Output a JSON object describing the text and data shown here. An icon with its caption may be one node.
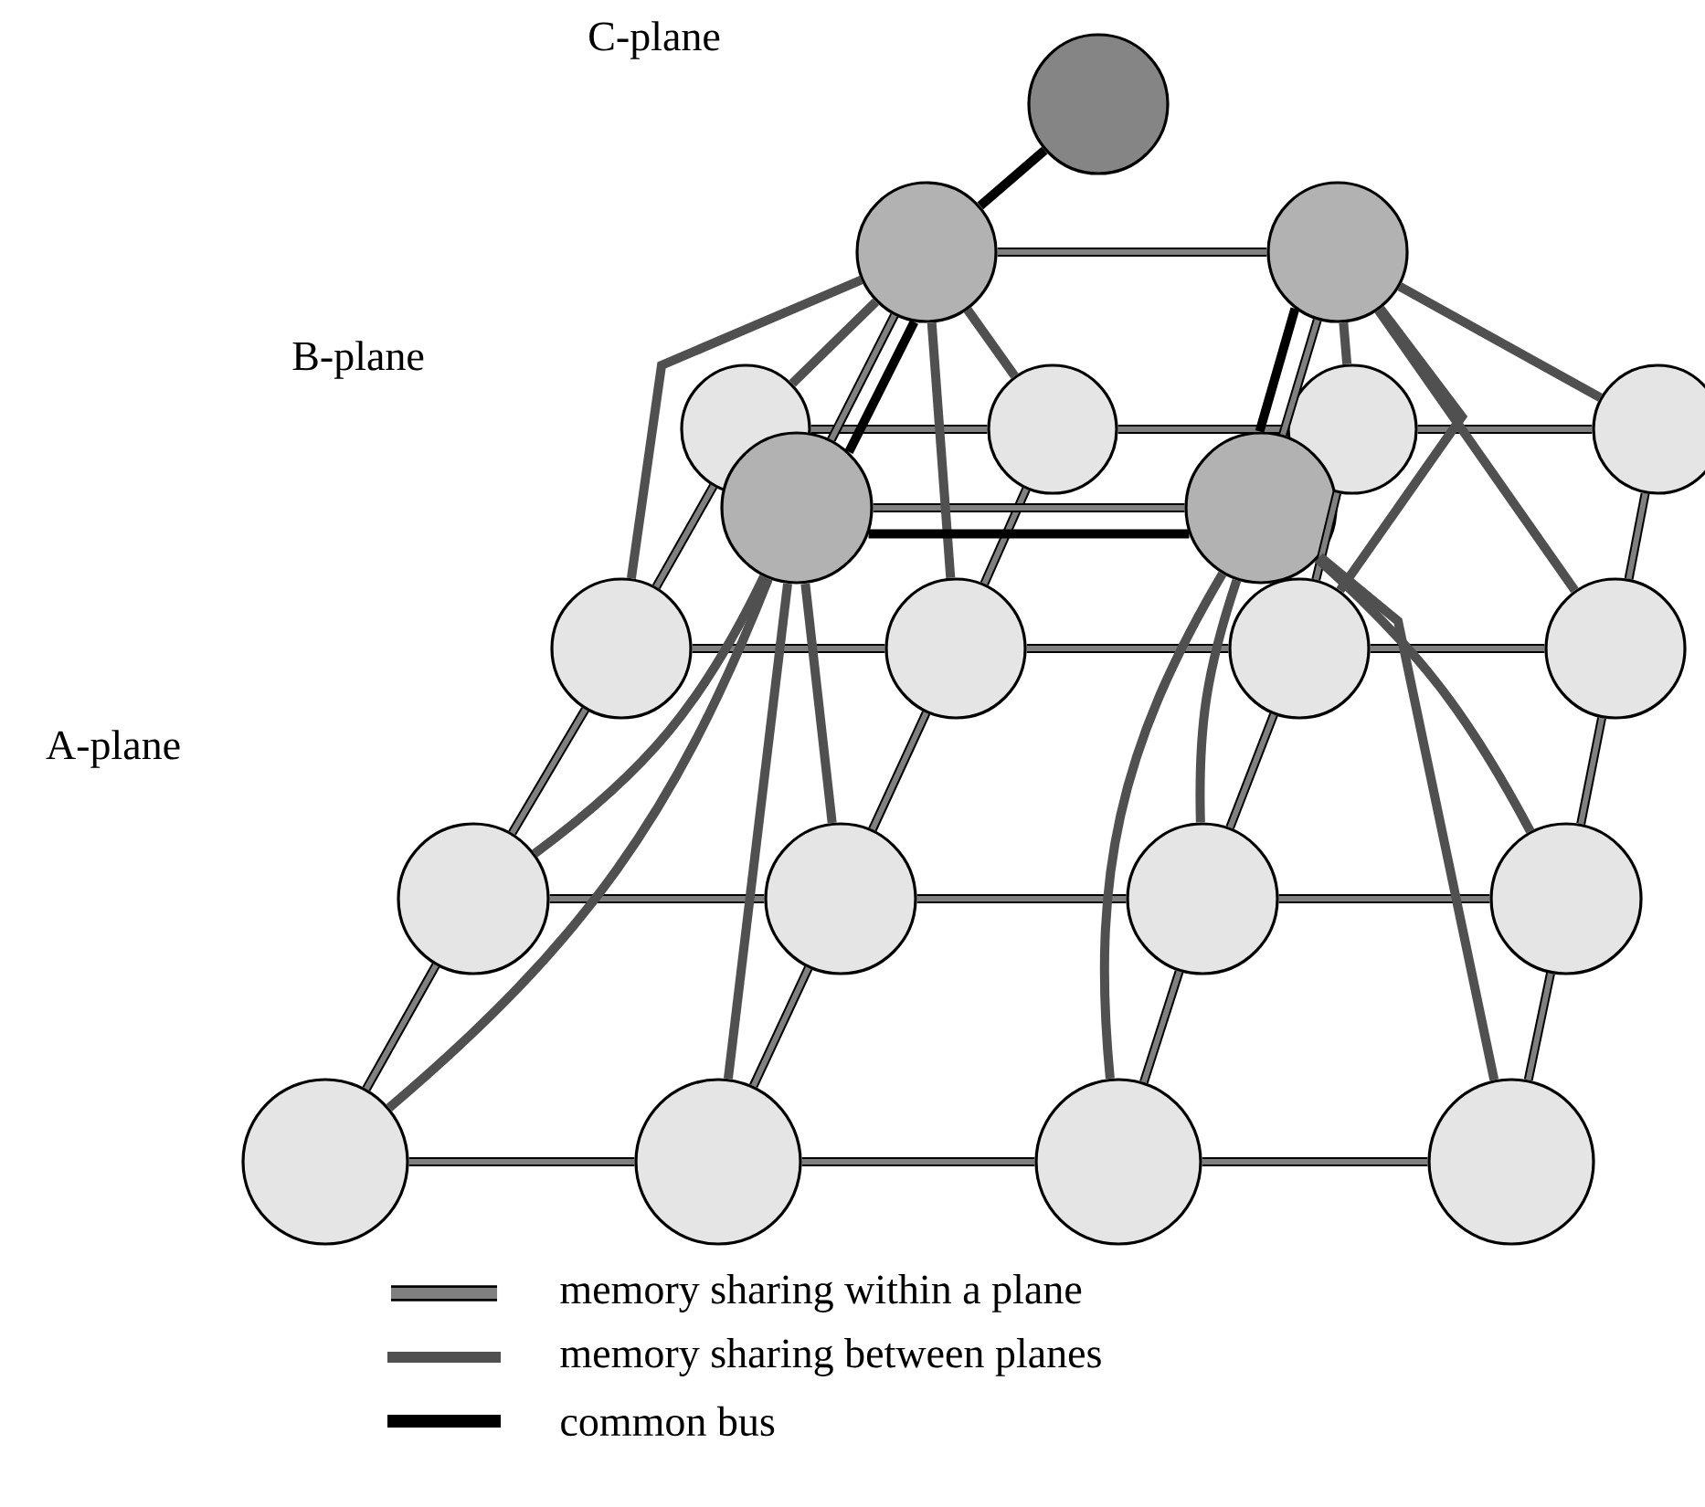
{
  "diagram": {
    "nodes": [
      {
        "text": [],
        "shape": "circle"
      },
      {
        "text": [],
        "shape": "circle"
      },
      {
        "text": [],
        "shape": "circle"
      },
      {
        "text": [],
        "shape": "circle"
      },
      {
        "text": [],
        "shape": "circle"
      },
      {
        "text": [],
        "shape": "circle"
      },
      {
        "text": [],
        "shape": "circle"
      },
      {
        "text": [],
        "shape": "circle"
      },
      {
        "text": [],
        "shape": "circle"
      },
      {
        "text": [],
        "shape": "circle"
      },
      {
        "text": [],
        "shape": "circle"
      },
      {
        "text": [],
        "shape": "circle"
      },
      {
        "text": [],
        "shape": "circle"
      },
      {
        "text": [],
        "shape": "circle"
      },
      {
        "text": [],
        "shape": "circle"
      },
      {
        "text": [],
        "shape": "circle"
      },
      {
        "text": [],
        "shape": "circle"
      },
      {
        "text": [],
        "shape": "circle"
      },
      {
        "text": [],
        "shape": "circle"
      },
      {
        "text": [],
        "shape": "circle"
      },
      {
        "text": [],
        "shape": "circle"
      }
    ],
    "edges": [
      {
        "from": 3,
        "to": 4,
        "arrow": "none"
      },
      {
        "from": 4,
        "to": 5,
        "arrow": "none"
      },
      {
        "from": 5,
        "to": 6,
        "arrow": "none"
      },
      {
        "from": 9,
        "to": 10,
        "arrow": "none"
      },
      {
        "from": 10,
        "to": 11,
        "arrow": "none"
      },
      {
        "from": 11,
        "to": 12,
        "arrow": "none"
      },
      {
        "from": 13,
        "to": 14,
        "arrow": "none"
      },
      {
        "from": 14,
        "to": 15,
        "arrow": "none"
      },
      {
        "from": 15,
        "to": 16,
        "arrow": "none"
      },
      {
        "from": 17,
        "to": 18,
        "arrow": "none"
      },
      {
        "from": 18,
        "to": 19,
        "arrow": "none"
      },
      {
        "from": 19,
        "to": 20,
        "arrow": "none"
      },
      {
        "from": 3,
        "to": 9,
        "arrow": "none"
      },
      {
        "from": 9,
        "to": 13,
        "arrow": "none"
      },
      {
        "from": 13,
        "to": 17,
        "arrow": "none"
      },
      {
        "from": 4,
        "to": 10,
        "arrow": "none"
      },
      {
        "from": 10,
        "to": 14,
        "arrow": "none"
      },
      {
        "from": 14,
        "to": 18,
        "arrow": "none"
      },
      {
        "from": 5,
        "to": 11,
        "arrow": "none"
      },
      {
        "from": 11,
        "to": 15,
        "arrow": "none"
      },
      {
        "from": 15,
        "to": 19,
        "arrow": "none"
      },
      {
        "from": 6,
        "to": 12,
        "arrow": "none"
      },
      {
        "from": 12,
        "to": 16,
        "arrow": "none"
      },
      {
        "from": 16,
        "to": 20,
        "arrow": "none"
      },
      {
        "from": 1,
        "to": 2,
        "arrow": "none"
      },
      {
        "from": 7,
        "to": 8,
        "arrow": "none"
      },
      {
        "from": 1,
        "to": 7,
        "arrow": "none"
      },
      {
        "from": 2,
        "to": 8,
        "arrow": "none"
      },
      {
        "from": 1,
        "to": 3,
        "arrow": "none",
        "color": "#505050"
      },
      {
        "from": 1,
        "to": 4,
        "arrow": "none",
        "color": "#505050"
      },
      {
        "from": 1,
        "to": 9,
        "arrow": "none",
        "color": "#505050"
      },
      {
        "from": 1,
        "to": 10,
        "arrow": "none",
        "color": "#505050"
      },
      {
        "from": 2,
        "to": 5,
        "arrow": "none",
        "color": "#505050"
      },
      {
        "from": 2,
        "to": 6,
        "arrow": "none",
        "color": "#505050"
      },
      {
        "from": 2,
        "to": 11,
        "arrow": "none",
        "color": "#505050"
      },
      {
        "from": 2,
        "to": 12,
        "arrow": "none",
        "color": "#505050"
      },
      {
        "from": 7,
        "to": 13,
        "arrow": "none",
        "color": "#505050"
      },
      {
        "from": 7,
        "to": 14,
        "arrow": "none",
        "color": "#505050"
      },
      {
        "from": 7,
        "to": 17,
        "arrow": "none",
        "color": "#505050"
      },
      {
        "from": 7,
        "to": 18,
        "arrow": "none",
        "color": "#505050"
      },
      {
        "from": 8,
        "to": 15,
        "arrow": "none",
        "color": "#505050"
      },
      {
        "from": 8,
        "to": 16,
        "arrow": "none",
        "color": "#505050"
      },
      {
        "from": 8,
        "to": 19,
        "arrow": "none",
        "color": "#505050"
      },
      {
        "from": 8,
        "to": 20,
        "arrow": "none",
        "color": "#505050"
      },
      {
        "from": 0,
        "to": 1,
        "arrow": "none",
        "color": "#000000"
      },
      {
        "from": 1,
        "to": 7,
        "arrow": "none",
        "color": "#000000"
      },
      {
        "from": 7,
        "to": 8,
        "arrow": "none",
        "color": "#000000"
      },
      {
        "from": 8,
        "to": 2,
        "arrow": "none",
        "color": "#000000"
      }
    ],
    "labels": [
      "C-plane",
      "B-plane",
      "A-plane"
    ],
    "legend": [
      {
        "text": "memory sharing within a plane"
      },
      {
        "text": "memory sharing between planes"
      },
      {
        "text": "common bus"
      }
    ]
  }
}
